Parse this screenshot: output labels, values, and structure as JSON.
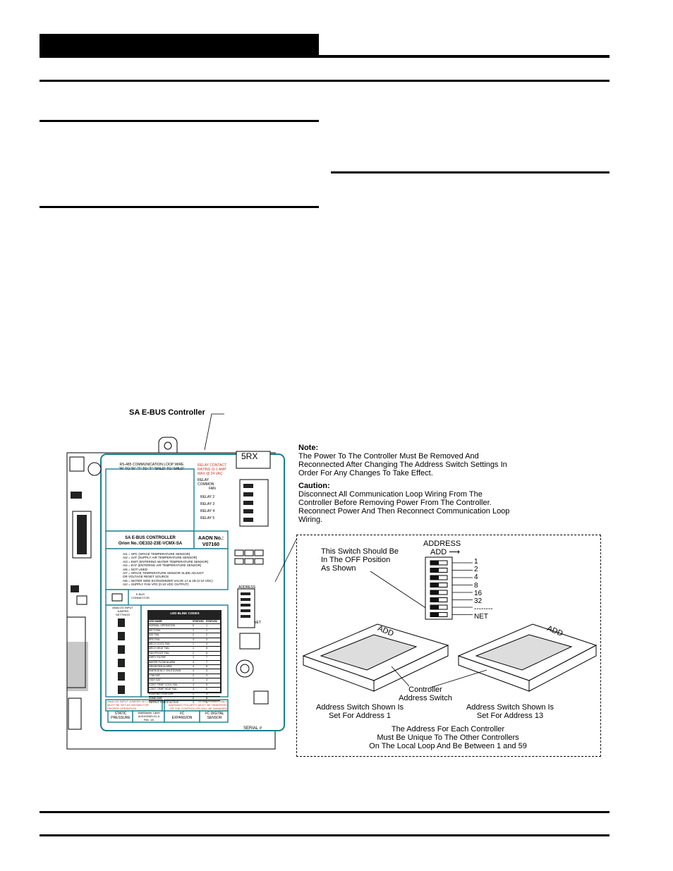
{
  "caption": "SA E-BUS Controller",
  "note": {
    "title": "Note:",
    "text": [
      "The Power To The Controller Must Be Removed And",
      "Reconnected After Changing The Address Switch Settings In",
      "Order For Any Changes To Take Effect."
    ]
  },
  "caution": {
    "title": "Caution:",
    "text": [
      "Disconnect All Communication Loop Wiring From The",
      "Controller Before Removing Power From The Controller.",
      "Reconnect Power And Then Reconnect Communication Loop",
      "Wiring."
    ]
  },
  "address": {
    "heading": "ADDRESS",
    "add_label": "ADD",
    "switch_note": [
      "This Switch Should Be",
      "In The OFF Position",
      "As Shown"
    ],
    "values": [
      "1",
      "2",
      "4",
      "8",
      "16",
      "32",
      "--------",
      "NET"
    ],
    "controller_switch": [
      "Controller",
      "Address Switch"
    ],
    "shown_1": [
      "Address Switch Shown Is",
      "Set For Address 1"
    ],
    "shown_13": [
      "Address Switch Shown Is",
      "Set For Address 13"
    ],
    "unique": [
      "The Address For Each Controller",
      "Must Be Unique To The Other Controllers",
      "On The Local Loop And Be Between 1 and 59"
    ],
    "dip_add": "ADD"
  },
  "board": {
    "rs485": [
      "RS-485 COMMUNICATION LOOP WIRE",
      "\"R\" TO \"R\"  \"T\" TO \"T\" \"SHLD\" TO \"SHLD\""
    ],
    "relay_contact": [
      "RELAY CONTACT",
      "RATING IS 1 AMP",
      "MAX @ 24 VAC"
    ],
    "relay_common": [
      "RELAY",
      "COMMON"
    ],
    "relays": [
      "FAN",
      "RELAY 2",
      "RELAY 3",
      "RELAY 4",
      "RELAY 5"
    ],
    "controller_name": [
      "SA E-BUS CONTROLLER",
      "Orion No.:OE332-23E-VCMX-SA"
    ],
    "aaon": [
      "AAON No.:",
      "V07160"
    ],
    "inputs": [
      "AI1 = SPC (SPACE TEMPERATURE SENSOR)",
      "AI2 = SAT (SUPPLY AIR TEMPERATURE SENSOR)",
      "AI3 = EWT (ENTERING WATER TEMPERATURE SENSOR)",
      "AI4 = EAT (ENTERING AIR TEMPERATURE SENSOR)",
      "AI5 = NOT USED",
      "AI7 = SPACE TEMPERATURE SENSOR SLIDE ADJUST",
      "        OR VOLTAGE RESET SOURCE",
      "AI6 = WATER SIDE ECONOMIZER VALVE 1A & 1B (2-10 VDC)",
      "AI2 = SUPPLY FAN VFD (0-10 VDC  OUTPUT)"
    ],
    "ebus": [
      "E-BUS",
      "CONNECTOR"
    ],
    "jumper": [
      "ANALOG INPUT",
      "JUMPER",
      "SETTINGS"
    ],
    "led_title": "LED BLINK CODES",
    "led_headers": [
      "LED NAME",
      "STATUS1",
      "STATUS2"
    ],
    "led_rows": [
      [
        "NORMAL OPERATION",
        "0",
        "1"
      ],
      [
        "NO T-FAIL",
        "1",
        "1"
      ],
      [
        "SAT FAIL",
        "2",
        "2"
      ],
      [
        "SPC FAIL",
        "3",
        "3"
      ],
      [
        "MECH COOL FAIL",
        "1",
        "4"
      ],
      [
        "MECH HEAT FAIL",
        "1",
        "5"
      ],
      [
        "FAN PROOF FAIL",
        "2",
        "6"
      ],
      [
        "DIRTY FILTER",
        "1",
        "7"
      ],
      [
        "WATER FLOW ALARM",
        "4",
        "7"
      ],
      [
        "DRAIN PAN ALARM",
        "4",
        "8"
      ],
      [
        "EMERGENCY SHUTDOWN",
        "4",
        "3"
      ],
      [
        "LOW SAT",
        "2",
        "3"
      ],
      [
        "HIGH SAT",
        "2",
        "4"
      ],
      [
        "CONT. TEMP COOL FAIL",
        "4",
        "5"
      ],
      [
        "CONT. TEMP HEAT FAIL",
        "4",
        "6"
      ],
      [
        "PUSH BUTTON OVR",
        "1",
        "3"
      ],
      [
        "ZONE OVR",
        "2",
        "5"
      ],
      [
        "OUTPUT FORCE ACTIVE",
        "3",
        "5"
      ]
    ],
    "jumper_note": [
      "ANALOG INPUT JUMPER SETTINGS",
      "MUST BE SET AS SHOWN FOR",
      "PROPER OPERATION"
    ],
    "power": [
      "24 VAC POWER ONLY",
      "WARNING! POLARITY MUST BE OBSERVED",
      "OR THE CONTROLLER WILL BE DAMAGED"
    ],
    "bottom": [
      "STATIC",
      "PRESSURE"
    ],
    "label_block": [
      "WattMaster Label",
      "#LB102063-01-A",
      "Rev. 1A"
    ],
    "i2c": [
      "I²C",
      "EXPANSION"
    ],
    "i2c_digital": [
      "I²C DIGITAL",
      "SENSOR"
    ],
    "rx": "5RX",
    "address_label": "ADDRESS",
    "net": "NET",
    "serial": "SERIAL #"
  }
}
